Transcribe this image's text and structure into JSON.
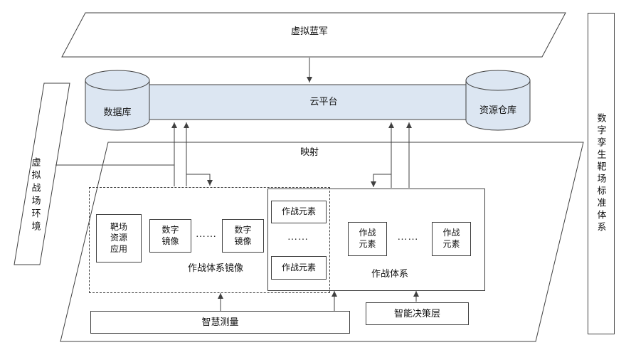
{
  "colors": {
    "shape_fill": "#dce6f2",
    "line": "#404040"
  },
  "top_band": {
    "label": "虚拟蓝军"
  },
  "platform": {
    "cloud": "云平台",
    "database": "数据库",
    "repository": "资源仓库"
  },
  "left_panel": {
    "label": "虚拟战场环境"
  },
  "right_panel": {
    "label": "数字孪生靶场标准体系"
  },
  "main": {
    "mapping": "映射",
    "mirror": {
      "app": "靶场\n资源\n应用",
      "mirror1": "数字\n镜像",
      "dots": "……",
      "mirror2": "数字\n镜像",
      "caption": "作战体系镜像"
    },
    "combat": {
      "elem_top": "作战元素",
      "dots_v": "……",
      "elem_bottom": "作战元素",
      "elem_left": "作战\n元素",
      "dots_h": "……",
      "elem_right": "作战\n元素",
      "caption": "作战体系"
    },
    "measurement": "智慧测量",
    "decision": "智能决策层"
  }
}
